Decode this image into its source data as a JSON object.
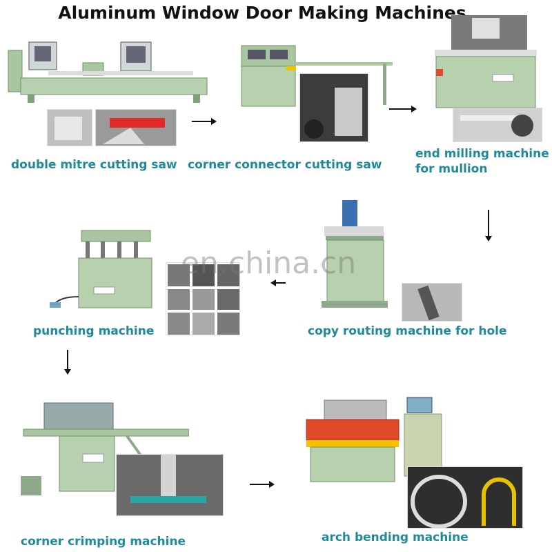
{
  "title": "Aluminum Window Door Making Machines",
  "watermark": "en.china.cn",
  "colors": {
    "caption": "#1f8a9a",
    "machine_green": "#a9c6a0",
    "machine_dark": "#7fa07a",
    "accent_red": "#e04a2a",
    "accent_yellow": "#f2c200"
  },
  "steps": [
    {
      "label": "double mitre cutting saw"
    },
    {
      "label": "corner connector cutting saw"
    },
    {
      "label_line1": "end milling machine",
      "label_line2": "for mullion"
    },
    {
      "label": "copy routing machine for hole"
    },
    {
      "label": "punching machine"
    },
    {
      "label": "corner crimping machine"
    },
    {
      "label": "arch bending machine"
    }
  ],
  "icons": [
    "arrow-right-icon",
    "arrow-down-icon",
    "arrow-left-icon"
  ]
}
